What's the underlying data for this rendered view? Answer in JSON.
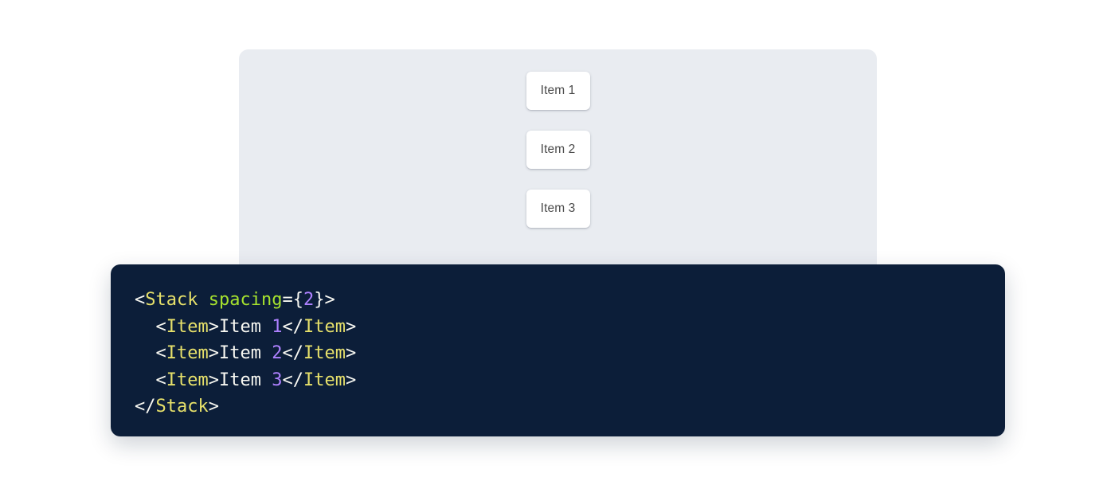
{
  "preview": {
    "panel_name": "component-preview-stage",
    "panel_bg": "#e9ecf1",
    "stack": {
      "direction": "vertical",
      "spacing_token": 2,
      "items": [
        {
          "label": "Item 1"
        },
        {
          "label": "Item 2"
        },
        {
          "label": "Item 3"
        }
      ]
    }
  },
  "code": {
    "language": "jsx",
    "background": "#0c1e39",
    "colors": {
      "punctuation": "#f8f8f2",
      "tag": "#e6e06a",
      "attribute": "#a6e22e",
      "number": "#ae81ff",
      "text": "#f8f8f2"
    },
    "lines": [
      {
        "indent": "",
        "tokens": [
          {
            "t": "<",
            "k": "punc"
          },
          {
            "t": "Stack",
            "k": "tag"
          },
          {
            "t": " ",
            "k": "punc"
          },
          {
            "t": "spacing",
            "k": "attr"
          },
          {
            "t": "=",
            "k": "punc"
          },
          {
            "t": "{",
            "k": "punc"
          },
          {
            "t": "2",
            "k": "num"
          },
          {
            "t": "}",
            "k": "punc"
          },
          {
            "t": ">",
            "k": "punc"
          }
        ]
      },
      {
        "indent": "  ",
        "tokens": [
          {
            "t": "<",
            "k": "punc"
          },
          {
            "t": "Item",
            "k": "tag"
          },
          {
            "t": ">",
            "k": "punc"
          },
          {
            "t": "Item ",
            "k": "text"
          },
          {
            "t": "1",
            "k": "num"
          },
          {
            "t": "</",
            "k": "punc"
          },
          {
            "t": "Item",
            "k": "tag"
          },
          {
            "t": ">",
            "k": "punc"
          }
        ]
      },
      {
        "indent": "  ",
        "tokens": [
          {
            "t": "<",
            "k": "punc"
          },
          {
            "t": "Item",
            "k": "tag"
          },
          {
            "t": ">",
            "k": "punc"
          },
          {
            "t": "Item ",
            "k": "text"
          },
          {
            "t": "2",
            "k": "num"
          },
          {
            "t": "</",
            "k": "punc"
          },
          {
            "t": "Item",
            "k": "tag"
          },
          {
            "t": ">",
            "k": "punc"
          }
        ]
      },
      {
        "indent": "  ",
        "tokens": [
          {
            "t": "<",
            "k": "punc"
          },
          {
            "t": "Item",
            "k": "tag"
          },
          {
            "t": ">",
            "k": "punc"
          },
          {
            "t": "Item ",
            "k": "text"
          },
          {
            "t": "3",
            "k": "num"
          },
          {
            "t": "</",
            "k": "punc"
          },
          {
            "t": "Item",
            "k": "tag"
          },
          {
            "t": ">",
            "k": "punc"
          }
        ]
      },
      {
        "indent": "",
        "tokens": [
          {
            "t": "</",
            "k": "punc"
          },
          {
            "t": "Stack",
            "k": "tag"
          },
          {
            "t": ">",
            "k": "punc"
          }
        ]
      }
    ]
  }
}
